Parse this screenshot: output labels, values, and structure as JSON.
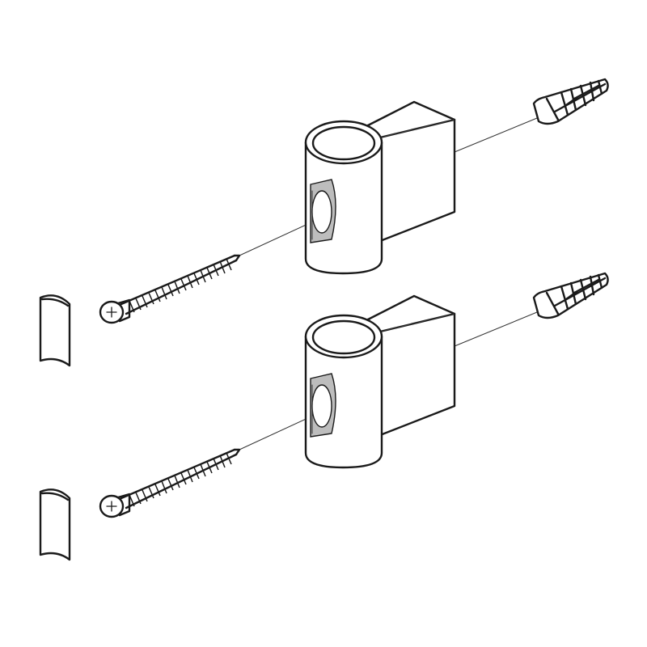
{
  "colors": {
    "line": "#1a1a1a",
    "background": "#ffffff",
    "shade": "#bdbdbd"
  },
  "parts": [
    {
      "id": "cover-cap",
      "count": 2
    },
    {
      "id": "screw",
      "count": 2
    },
    {
      "id": "hinge-bracket",
      "count": 2
    },
    {
      "id": "wall-plug",
      "count": 2
    }
  ]
}
